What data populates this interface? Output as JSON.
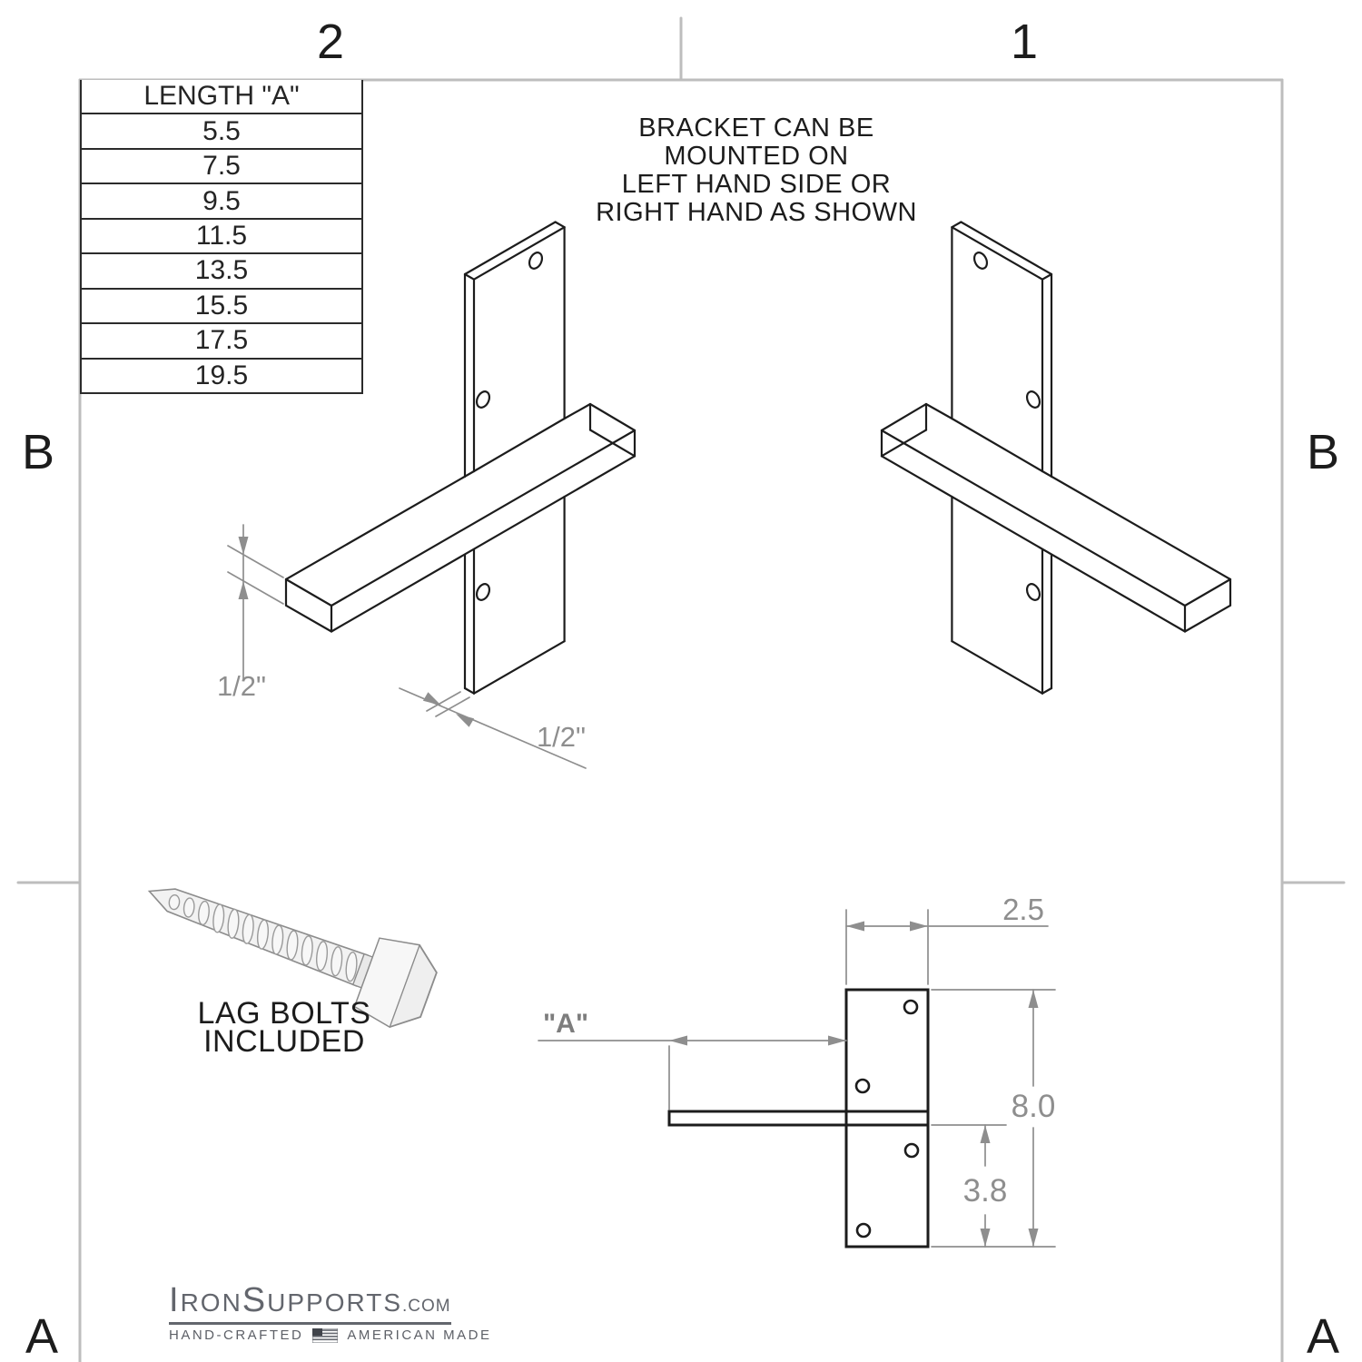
{
  "sheet": {
    "zones": {
      "top_left": "2",
      "top_right": "1",
      "mid_left": "B",
      "mid_right": "B",
      "bottom_left": "A",
      "bottom_right": "A"
    }
  },
  "size_table": {
    "header": "LENGTH \"A\"",
    "rows": [
      "5.5",
      "7.5",
      "9.5",
      "11.5",
      "13.5",
      "15.5",
      "17.5",
      "19.5"
    ]
  },
  "note": {
    "line1": "BRACKET CAN BE",
    "line2": "MOUNTED ON",
    "line3": "LEFT HAND SIDE OR",
    "line4": "RIGHT HAND AS SHOWN"
  },
  "iso_dims": {
    "shelf_thickness": "1/2\"",
    "plate_thickness": "1/2\""
  },
  "lag_bolts": {
    "line1": "LAG BOLTS",
    "line2": "INCLUDED"
  },
  "front_view_dims": {
    "length_label": "\"A\"",
    "plate_width": "2.5",
    "plate_height": "8.0",
    "lower_height": "3.8"
  },
  "logo": {
    "word_part1": "I",
    "word_part2": "RON",
    "word_part3": "S",
    "word_part4": "UPPORTS",
    "word_part5": ".COM",
    "tagline_left": "HAND-CRAFTED",
    "tagline_right": "AMERICAN MADE"
  },
  "colors": {
    "line_black": "#1c1c1c",
    "dim_gray": "#8e8e8e",
    "frame_gray": "#bdbdbd",
    "logo_gray": "#63666d"
  }
}
